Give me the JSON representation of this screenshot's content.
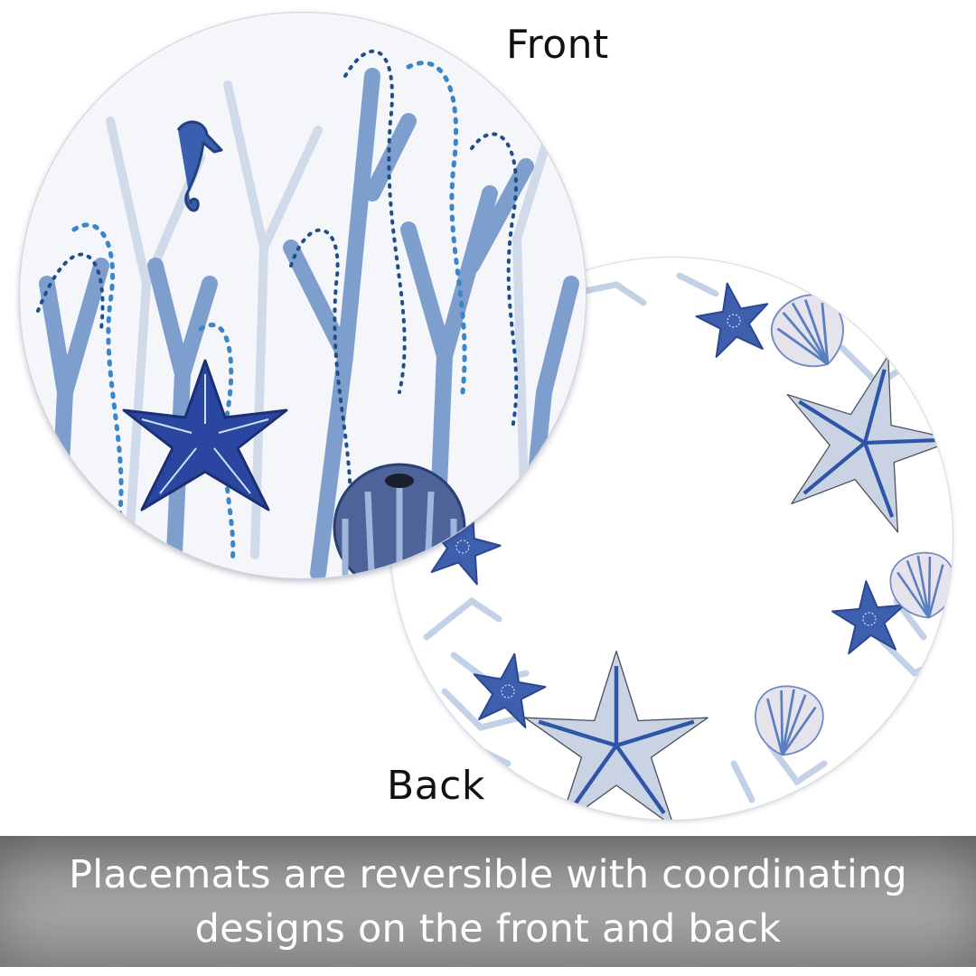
{
  "labels": {
    "front": "Front",
    "back": "Back"
  },
  "banner": {
    "line1": "Placemats are reversible with coordinating",
    "line2": "designs on the front and back"
  },
  "placemats": [
    {
      "side": "front",
      "motifs": [
        "seahorse",
        "starfish",
        "sea-urchin",
        "coral-branches",
        "dotted-trails"
      ]
    },
    {
      "side": "back",
      "motifs": [
        "starfish-wreath",
        "scallop-shells",
        "coral-branches"
      ]
    }
  ],
  "colors": {
    "navy": "#2f4a9a",
    "mid_blue": "#5f86c0",
    "pale_blue": "#b7c8e0",
    "banner_gray": "#999999",
    "banner_text": "#ffffff",
    "label_text": "#111111"
  }
}
